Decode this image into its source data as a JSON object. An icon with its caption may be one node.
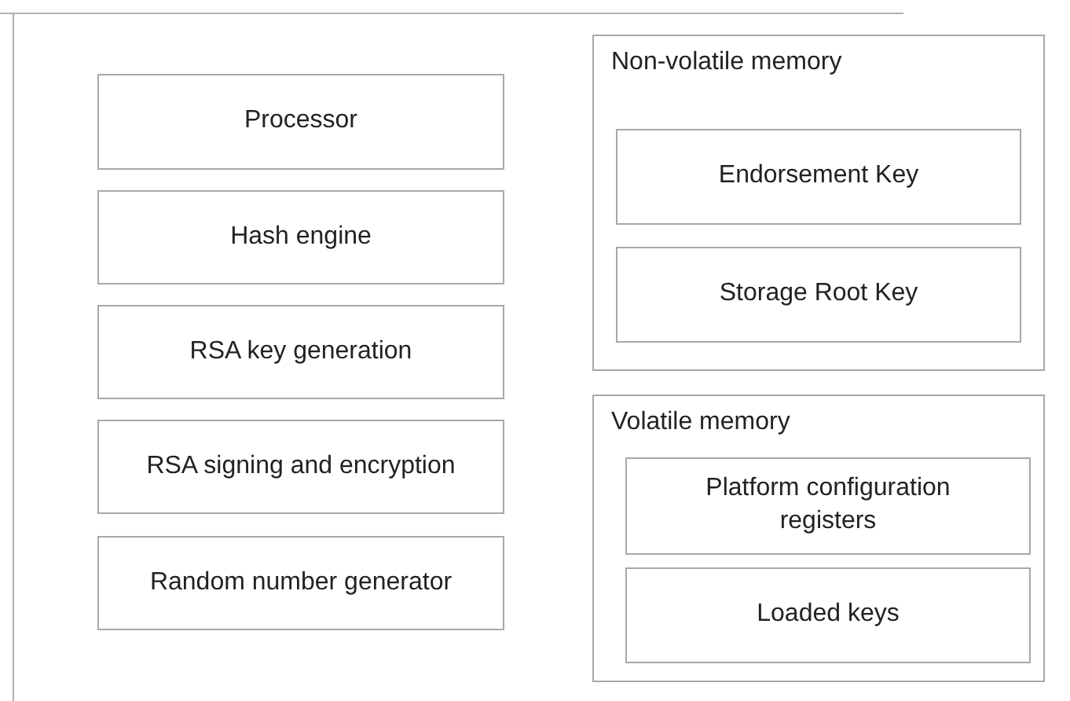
{
  "diagram": {
    "nodes": [
      {
        "text": [
          "Processor"
        ]
      },
      {
        "text": [
          "Hash engine"
        ]
      },
      {
        "text": [
          "RSA key generation"
        ]
      },
      {
        "text": [
          "RSA signing and encryption"
        ]
      },
      {
        "text": [
          "Random number generator"
        ]
      },
      {
        "text": [
          "Non-volatile memory"
        ]
      },
      {
        "text": [
          "Endorsement Key"
        ],
        "in": 5
      },
      {
        "text": [
          "Storage Root Key"
        ],
        "in": 5
      },
      {
        "text": [
          "Volatile memory"
        ]
      },
      {
        "text": [
          "Platform configuration registers"
        ],
        "in": 8
      },
      {
        "text": [
          "Loaded keys"
        ],
        "in": 8
      }
    ]
  }
}
